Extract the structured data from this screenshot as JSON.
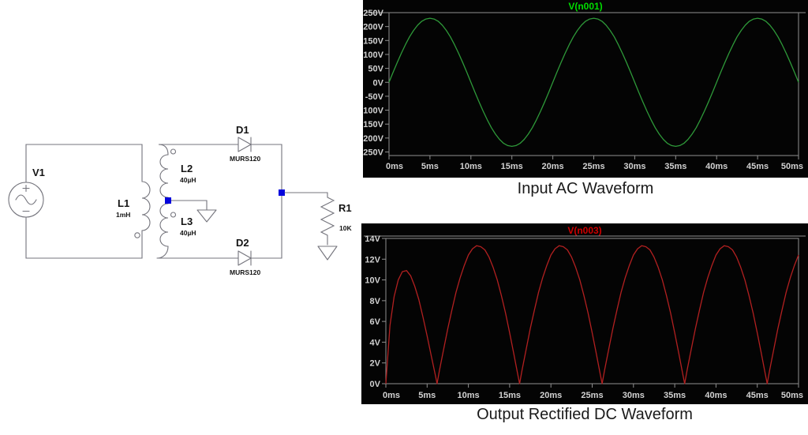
{
  "schematic": {
    "components": {
      "v1": {
        "name": "V1"
      },
      "l1": {
        "name": "L1",
        "value": "1mH"
      },
      "l2": {
        "name": "L2",
        "value": "40µH"
      },
      "l3": {
        "name": "L3",
        "value": "40µH"
      },
      "d1": {
        "name": "D1",
        "value": "MURS120"
      },
      "d2": {
        "name": "D2",
        "value": "MURS120"
      },
      "r1": {
        "name": "R1",
        "value": "10K"
      }
    },
    "wire_color": "#74747c",
    "node_color": "#0404dd",
    "label_color": "#141414"
  },
  "chart_data": [
    {
      "type": "line",
      "title": "V(n001)",
      "caption": "Input AC Waveform",
      "title_color": "#00dd00",
      "trace_color": "#2e9939",
      "bg_color": "#040404",
      "axis_color": "#8f8f8f",
      "tick_label_color": "#d2d2d2",
      "xlim": [
        0,
        50
      ],
      "ylim": [
        -250,
        250
      ],
      "x_unit": "ms",
      "y_unit": "V",
      "x_tick_labels": [
        "0ms",
        "5ms",
        "10ms",
        "15ms",
        "20ms",
        "25ms",
        "30ms",
        "35ms",
        "40ms",
        "45ms",
        "50ms"
      ],
      "x_tick_values": [
        0,
        5,
        10,
        15,
        20,
        25,
        30,
        35,
        40,
        45,
        50
      ],
      "y_tick_labels": [
        "250V",
        "200V",
        "150V",
        "100V",
        "50V",
        "0V",
        "-50V",
        "-100V",
        "-150V",
        "-200V",
        "-250V"
      ],
      "y_tick_values": [
        250,
        200,
        150,
        100,
        50,
        0,
        -50,
        -100,
        -150,
        -200,
        -250
      ],
      "grid": false,
      "legend_position": "top-center",
      "series": [
        {
          "name": "V(n001)",
          "x_start": 0,
          "x_step": 0.5,
          "y": [
            0,
            36,
            71,
            104,
            135,
            163,
            186,
            205,
            219,
            227,
            230,
            227,
            219,
            205,
            186,
            163,
            135,
            104,
            71,
            36,
            0,
            -36,
            -71,
            -104,
            -135,
            -163,
            -186,
            -205,
            -219,
            -227,
            -230,
            -227,
            -219,
            -205,
            -186,
            -163,
            -135,
            -104,
            -71,
            -36,
            0,
            36,
            71,
            104,
            135,
            163,
            186,
            205,
            219,
            227,
            230,
            227,
            219,
            205,
            186,
            163,
            135,
            104,
            71,
            36,
            0,
            -36,
            -71,
            -104,
            -135,
            -163,
            -186,
            -205,
            -219,
            -227,
            -230,
            -227,
            -219,
            -205,
            -186,
            -163,
            -135,
            -104,
            -71,
            -36,
            0,
            36,
            71,
            104,
            135,
            163,
            186,
            205,
            219,
            227,
            230,
            227,
            219,
            205,
            186,
            163,
            135,
            104,
            71,
            36,
            0
          ]
        }
      ]
    },
    {
      "type": "line",
      "title": "V(n003)",
      "caption": "Output Rectified DC Waveform",
      "title_color": "#cf0000",
      "trace_color": "#b22020",
      "bg_color": "#040404",
      "axis_color": "#8f8f8f",
      "tick_label_color": "#d2d2d2",
      "xlim": [
        0,
        50
      ],
      "ylim": [
        0,
        14
      ],
      "x_unit": "ms",
      "y_unit": "V",
      "x_tick_labels": [
        "0ms",
        "5ms",
        "10ms",
        "15ms",
        "20ms",
        "25ms",
        "30ms",
        "35ms",
        "40ms",
        "45ms",
        "50ms"
      ],
      "x_tick_values": [
        0,
        5,
        10,
        15,
        20,
        25,
        30,
        35,
        40,
        45,
        50
      ],
      "y_tick_labels": [
        "14V",
        "12V",
        "10V",
        "8V",
        "6V",
        "4V",
        "2V",
        "0V"
      ],
      "y_tick_values": [
        14,
        12,
        10,
        8,
        6,
        4,
        2,
        0
      ],
      "grid": false,
      "legend_position": "top-center",
      "series": [
        {
          "name": "V(n003)",
          "x": [
            0,
            0.5,
            1,
            1.5,
            2,
            2.5,
            3,
            3.5,
            4,
            4.5,
            5,
            5.5,
            6,
            6.2,
            6.5,
            7,
            7.5,
            8,
            8.5,
            9,
            9.5,
            10,
            10.5,
            11,
            11.5,
            12,
            12.5,
            13,
            13.5,
            14,
            14.5,
            15,
            15.5,
            16,
            16.2,
            16.5,
            17,
            17.5,
            18,
            18.5,
            19,
            19.5,
            20,
            20.5,
            21,
            21.5,
            22,
            22.5,
            23,
            23.5,
            24,
            24.5,
            25,
            25.5,
            26,
            26.2,
            26.5,
            27,
            27.5,
            28,
            28.5,
            29,
            29.5,
            30,
            30.5,
            31,
            31.5,
            32,
            32.5,
            33,
            33.5,
            34,
            34.5,
            35,
            35.5,
            36,
            36.2,
            36.5,
            37,
            37.5,
            38,
            38.5,
            39,
            39.5,
            40,
            40.5,
            41,
            41.5,
            42,
            42.5,
            43,
            43.5,
            44,
            44.5,
            45,
            45.5,
            46,
            46.2,
            46.5,
            47,
            47.5,
            48,
            48.5,
            49,
            49.5,
            50
          ],
          "y": [
            0,
            5.6,
            8.4,
            10,
            10.8,
            10.9,
            10.4,
            9.4,
            8.1,
            6.4,
            4.6,
            2.7,
            0.8,
            0,
            1.3,
            3.3,
            5.3,
            7.1,
            8.8,
            10.2,
            11.4,
            12.4,
            13,
            13.3,
            13.2,
            12.9,
            12.2,
            11.2,
            10,
            8.5,
            6.8,
            4.9,
            2.9,
            0.8,
            0,
            1.3,
            3.3,
            5.3,
            7.1,
            8.8,
            10.2,
            11.4,
            12.4,
            13,
            13.3,
            13.2,
            12.9,
            12.2,
            11.2,
            10,
            8.5,
            6.8,
            4.9,
            2.9,
            0.8,
            0,
            1.3,
            3.3,
            5.3,
            7.1,
            8.8,
            10.2,
            11.4,
            12.4,
            13,
            13.3,
            13.2,
            12.9,
            12.2,
            11.2,
            10,
            8.5,
            6.8,
            4.9,
            2.9,
            0.8,
            0,
            1.3,
            3.3,
            5.3,
            7.1,
            8.8,
            10.2,
            11.4,
            12.4,
            13,
            13.3,
            13.2,
            12.9,
            12.2,
            11.2,
            10,
            8.5,
            6.8,
            4.9,
            2.9,
            0.8,
            0,
            1.3,
            3.3,
            5.3,
            7.1,
            8.8,
            10.2,
            11.4,
            12.4
          ]
        }
      ]
    }
  ],
  "captions": {
    "input": "Input AC Waveform",
    "output": "Output Rectified DC Waveform"
  }
}
